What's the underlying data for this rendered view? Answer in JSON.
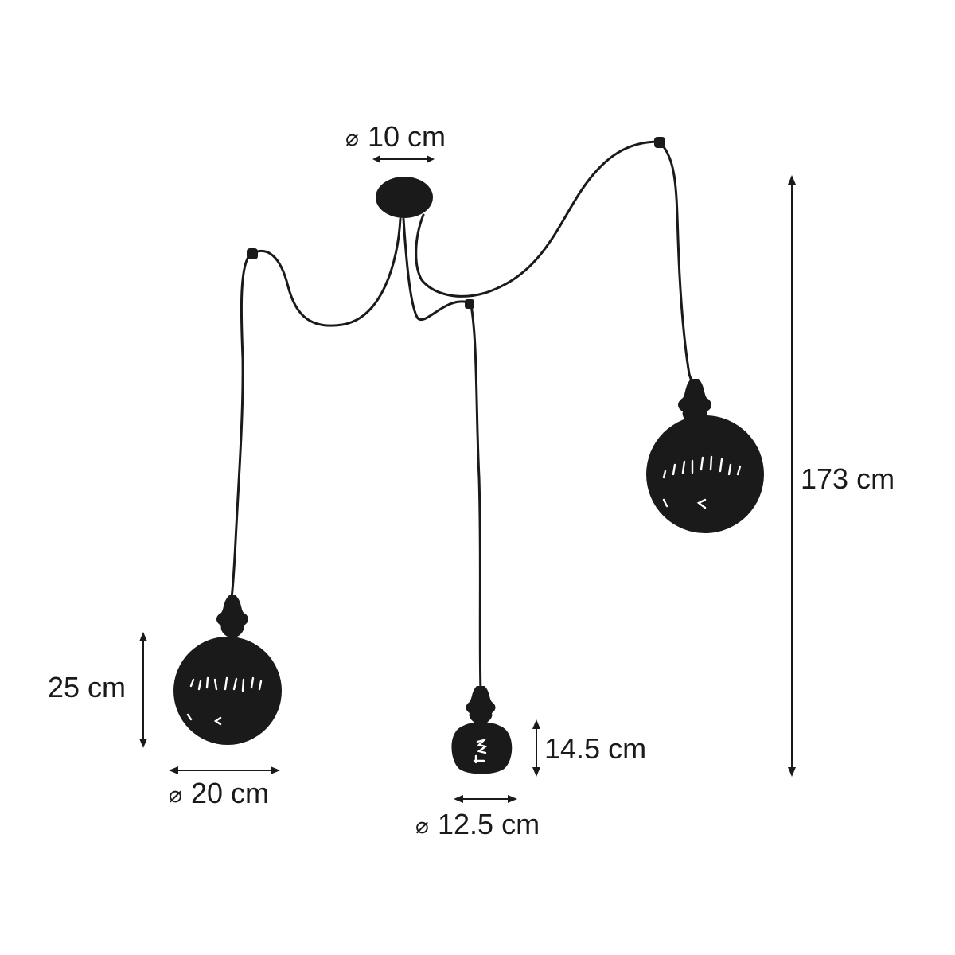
{
  "dimensions": {
    "canopy_diameter": "10 cm",
    "height_total": "173 cm",
    "large_bulb_height": "25 cm",
    "large_bulb_diameter": "20 cm",
    "small_bulb_height": "14.5 cm",
    "small_bulb_diameter": "12.5 cm"
  },
  "symbols": {
    "diameter": "⌀"
  },
  "colors": {
    "line": "#1a1a1a",
    "background": "#ffffff",
    "highlight": "#ffffff"
  }
}
